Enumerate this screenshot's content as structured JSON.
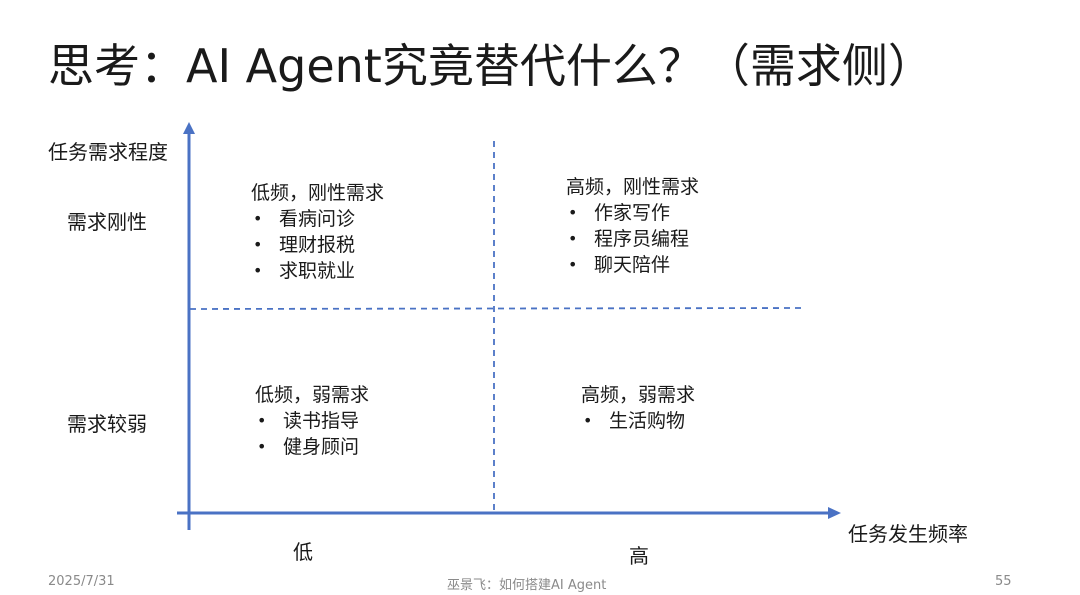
{
  "slide": {
    "title": "思考：AI Agent究竟替代什么？（需求侧）"
  },
  "axes": {
    "y_title": "任务需求程度",
    "x_title": "任务发生频率",
    "y_high_label": "需求刚性",
    "y_low_label": "需求较弱",
    "x_low_label": "低",
    "x_high_label": "高",
    "axis_color": "#4a72c4",
    "divider_color": "#4a72c4"
  },
  "quadrants": {
    "top_left": {
      "heading": "低频，刚性需求",
      "items": [
        "看病问诊",
        "理财报税",
        "求职就业"
      ]
    },
    "top_right": {
      "heading": "高频，刚性需求",
      "items": [
        "作家写作",
        "程序员编程",
        "聊天陪伴"
      ]
    },
    "bottom_left": {
      "heading": "低频，弱需求",
      "items": [
        "读书指导",
        "健身顾问"
      ]
    },
    "bottom_right": {
      "heading": "高频，弱需求",
      "items": [
        "生活购物"
      ]
    },
    "bullet_symbol": "•"
  },
  "footer": {
    "date": "2025/7/31",
    "center_text": "巫景飞：如何搭建AI Agent",
    "page_number": "55"
  }
}
